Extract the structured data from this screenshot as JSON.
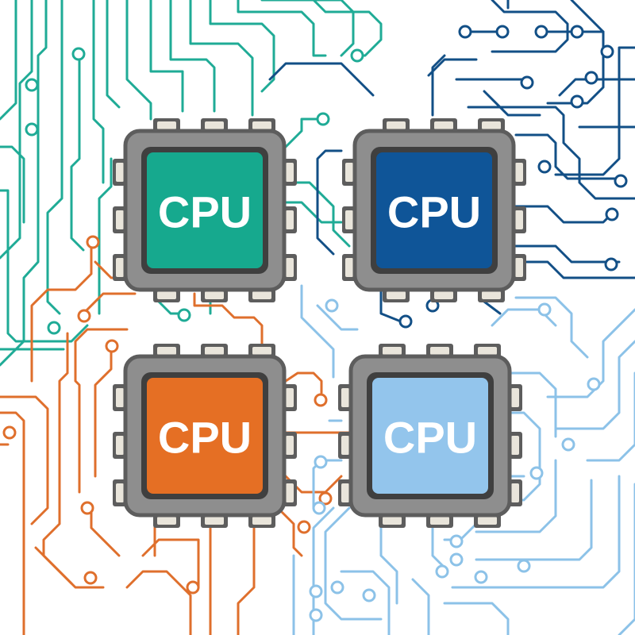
{
  "chips": [
    {
      "id": "teal",
      "label": "CPU",
      "color": "#16a98e"
    },
    {
      "id": "navy",
      "label": "CPU",
      "color": "#0f5598"
    },
    {
      "id": "orange",
      "label": "CPU",
      "color": "#e56f24"
    },
    {
      "id": "sky",
      "label": "CPU",
      "color": "#93c5ec"
    }
  ],
  "trace_colors": {
    "teal": "#1fab96",
    "navy": "#124f86",
    "orange": "#df6f2c",
    "sky": "#8cc2e8"
  }
}
